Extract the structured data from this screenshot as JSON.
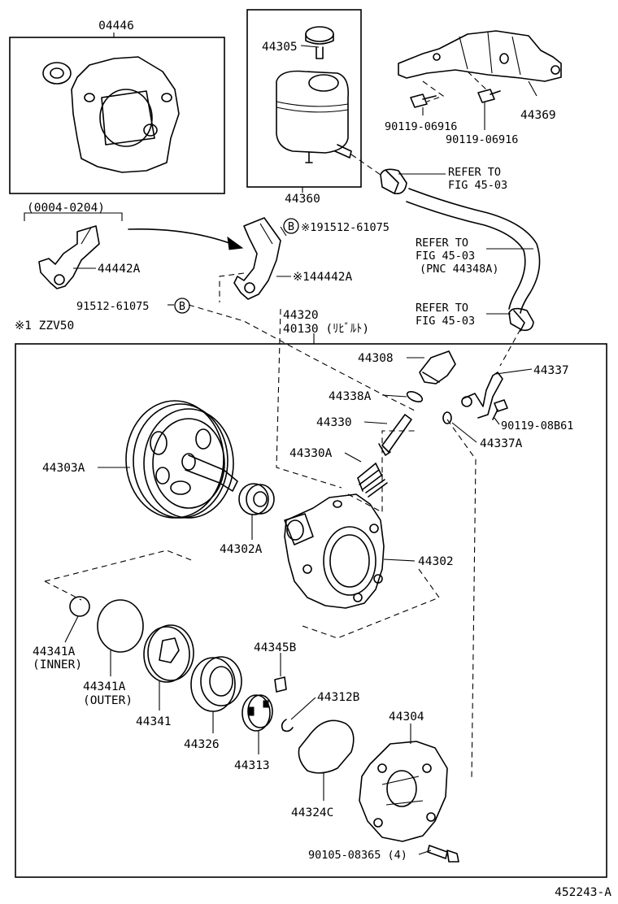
{
  "figure_number": "452243-A",
  "notes": {
    "production_range": "(0004-0204)",
    "footnote": "※1 ZZV50"
  },
  "callouts": {
    "p04446": "04446",
    "p44305": "44305",
    "p44360": "44360",
    "p44369": "44369",
    "p90119_06916_a": "90119-06916",
    "p90119_06916_b": "90119-06916",
    "p44442A": "44442A",
    "p144442A": "※144442A",
    "p191512": "※191512-61075",
    "p91512": "91512-61075",
    "p44320": "44320",
    "p40130": "40130 (ﾘﾋﾞﾙﾄ)",
    "p44308": "44308",
    "p44338A": "44338A",
    "p44330": "44330",
    "p44330A": "44330A",
    "p44303A": "44303A",
    "p44302A": "44302A",
    "p44302": "44302",
    "p44337": "44337",
    "p90119_08B61": "90119-08B61",
    "p44337A": "44337A",
    "p44341A_inner": "44341A",
    "inner_label": "(INNER)",
    "p44341A_outer": "44341A",
    "outer_label": "(OUTER)",
    "p44341": "44341",
    "p44326": "44326",
    "p44345B": "44345B",
    "p44313": "44313",
    "p44312B": "44312B",
    "p44324C": "44324C",
    "p44304": "44304",
    "p90105": "90105-08365 (4)",
    "circle_b": "B"
  },
  "references": {
    "ref1_line1": "REFER TO",
    "ref1_line2": "FIG 45-03",
    "ref2_line1": "REFER TO",
    "ref2_line2": "FIG 45-03",
    "ref2_line3": "(PNC 44348A)",
    "ref3_line1": "REFER TO",
    "ref3_line2": "FIG 45-03"
  }
}
